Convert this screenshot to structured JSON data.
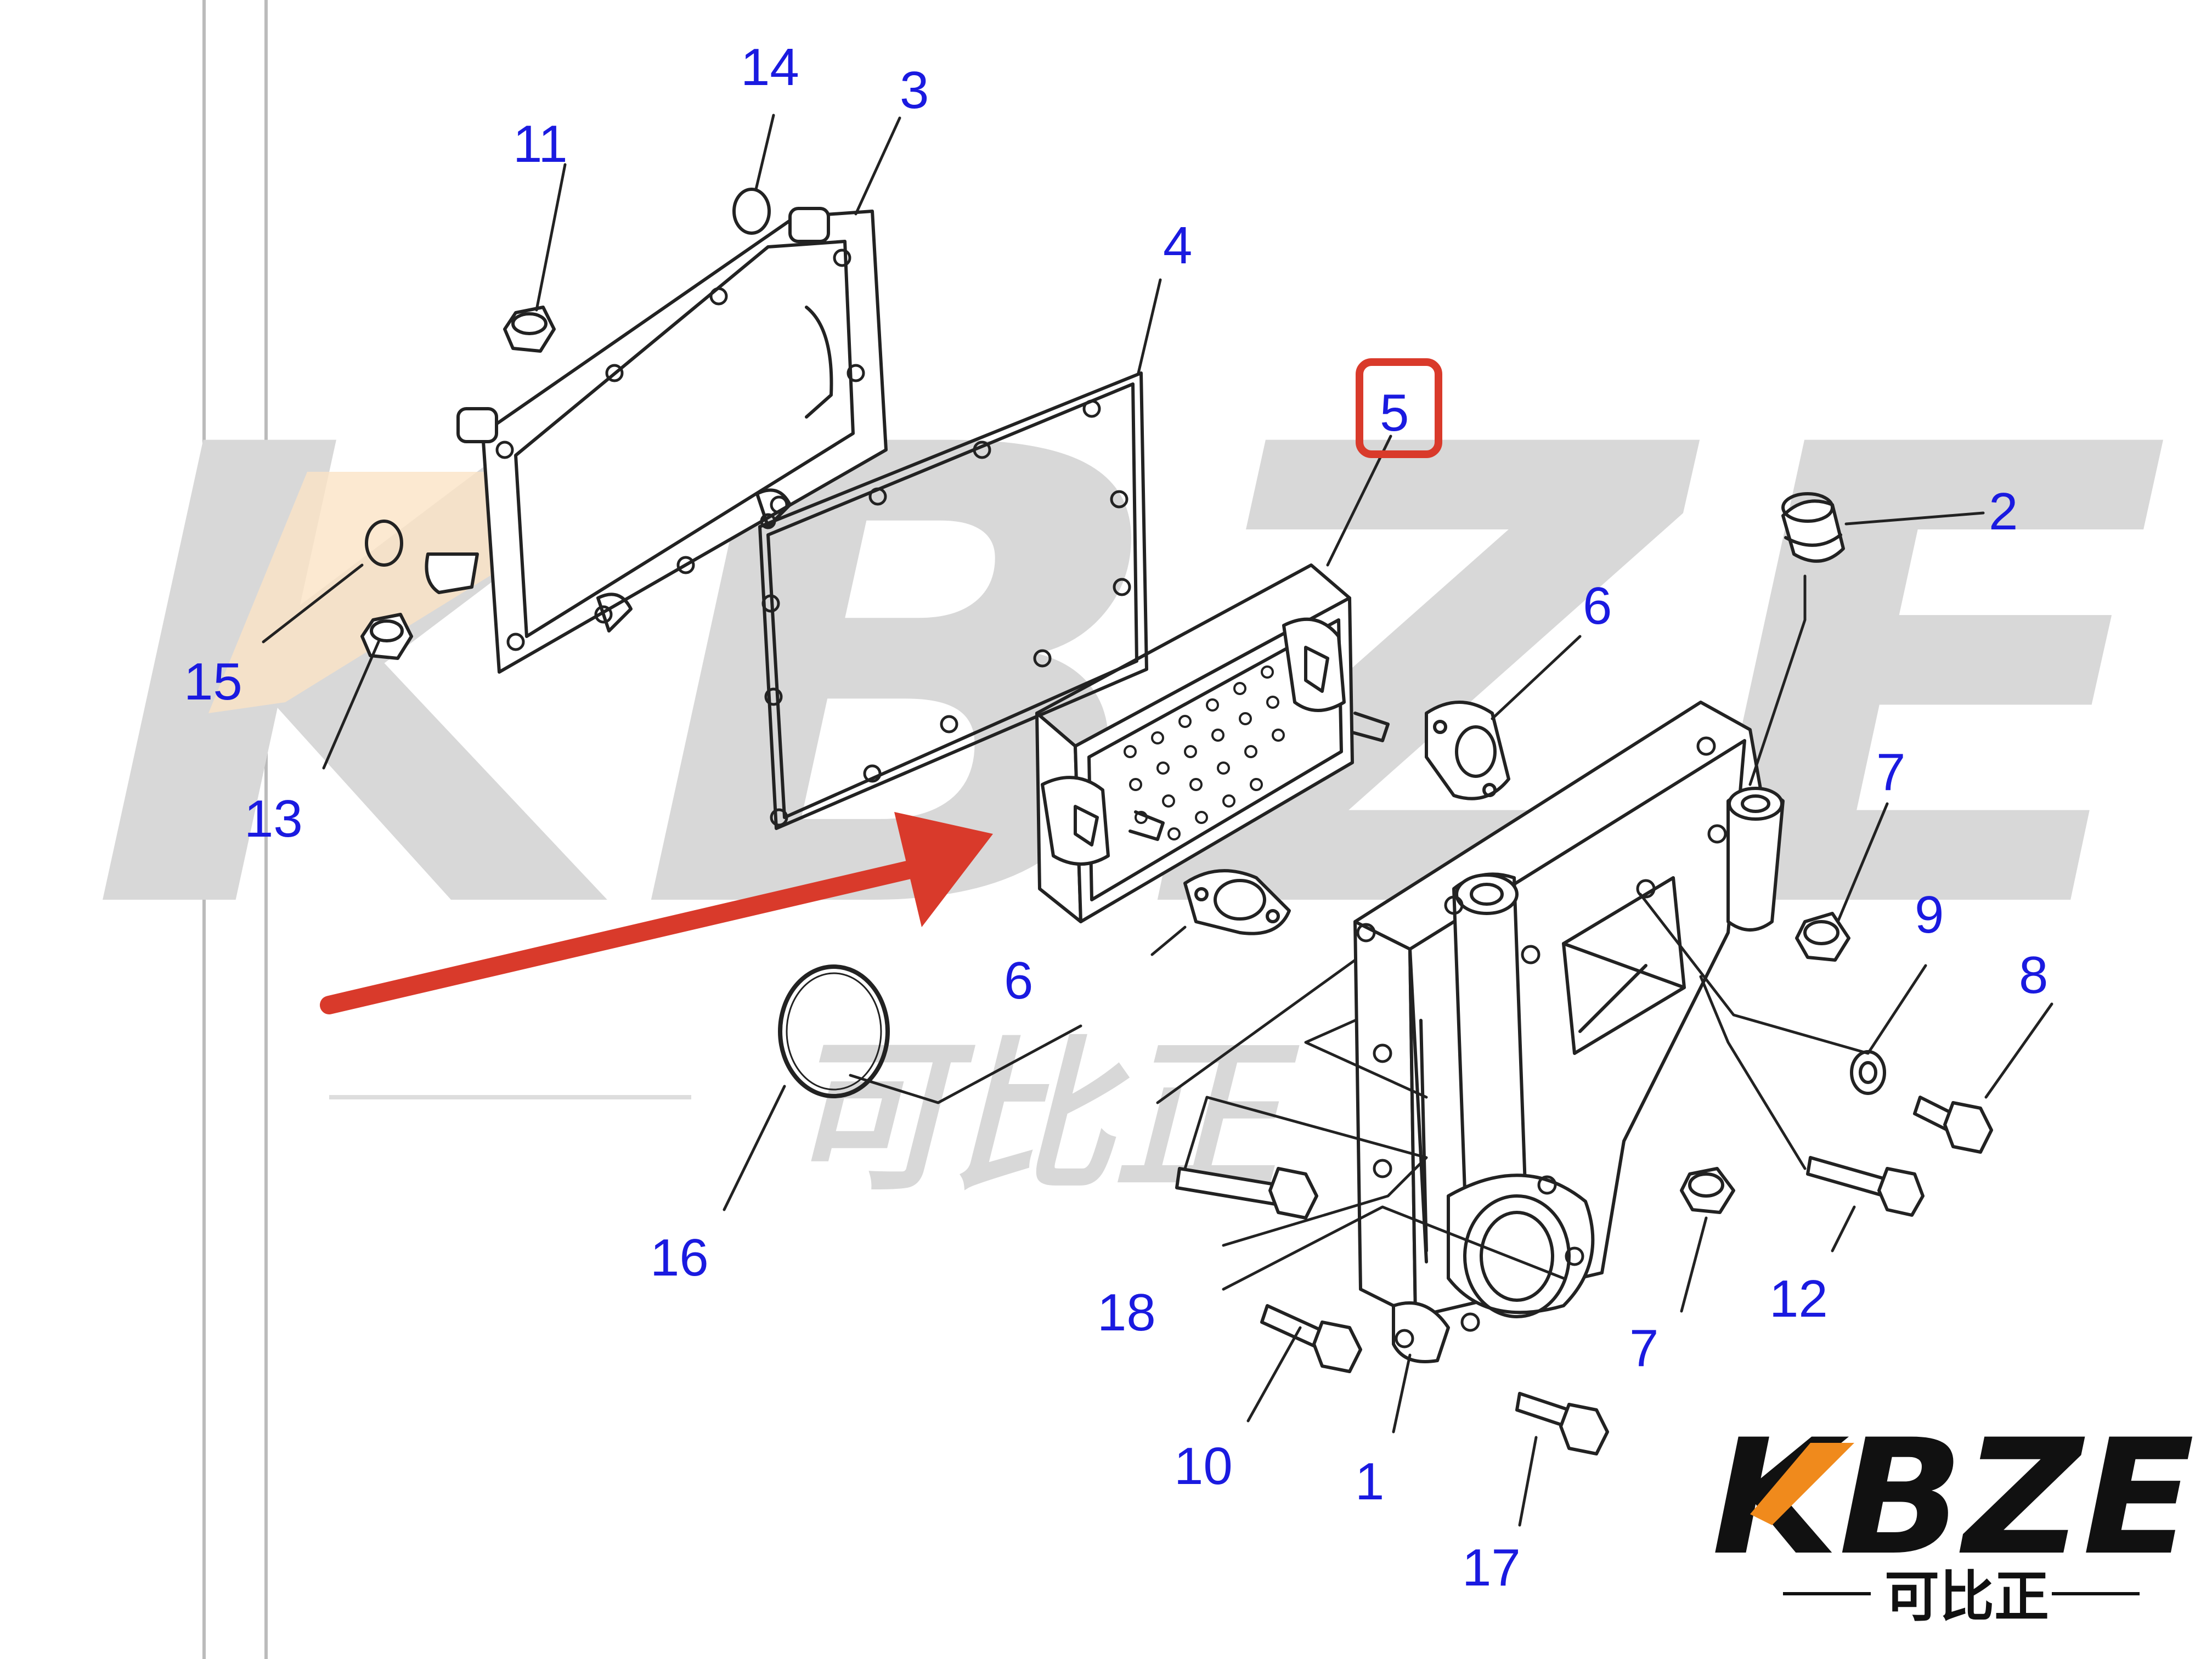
{
  "diagram": {
    "callouts": [
      "1",
      "2",
      "3",
      "4",
      "5",
      "6",
      "6",
      "7",
      "7",
      "8",
      "9",
      "10",
      "11",
      "12",
      "13",
      "14",
      "15",
      "16",
      "17",
      "18"
    ],
    "highlighted_part": "5",
    "colors": {
      "callout": "#1a1ae0",
      "highlight_box": "#d93a2b",
      "arrow": "#d93a2b",
      "line_art": "#222222"
    }
  },
  "brand": {
    "logo_text": "KBZE",
    "logo_subtext": "可比正",
    "watermark_text": "KBZE",
    "watermark_subtext": "可比正"
  }
}
